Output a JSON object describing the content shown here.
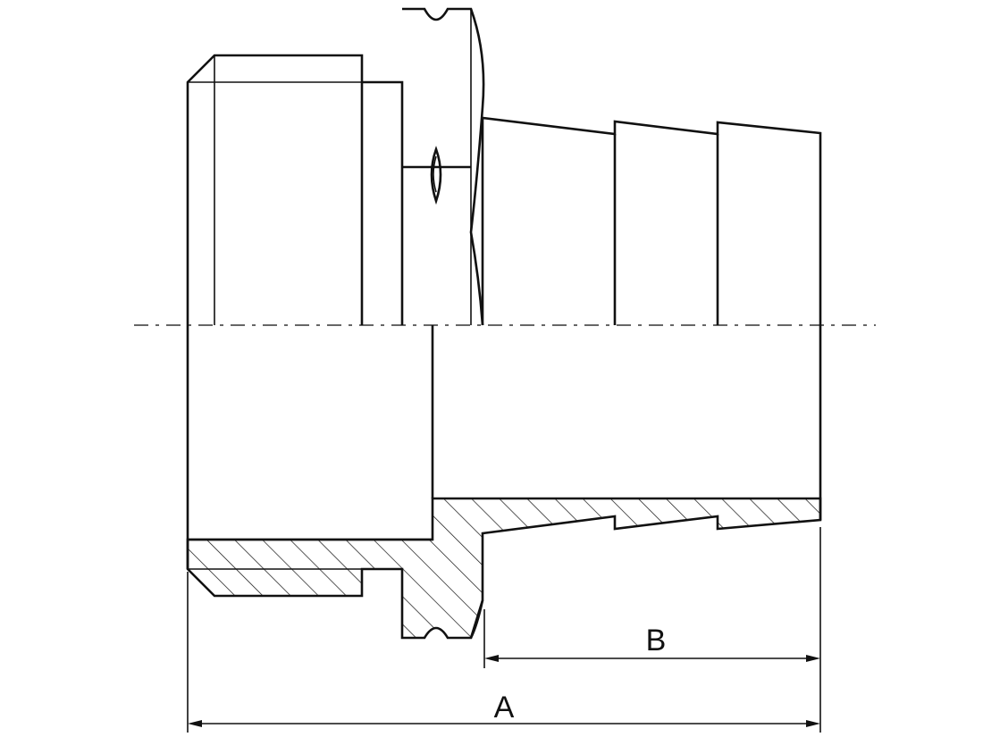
{
  "drawing": {
    "colors": {
      "line": "#111111",
      "background": "#ffffff"
    },
    "dimensions": [
      {
        "id": "A",
        "label": "A"
      },
      {
        "id": "B",
        "label": "B"
      }
    ]
  }
}
